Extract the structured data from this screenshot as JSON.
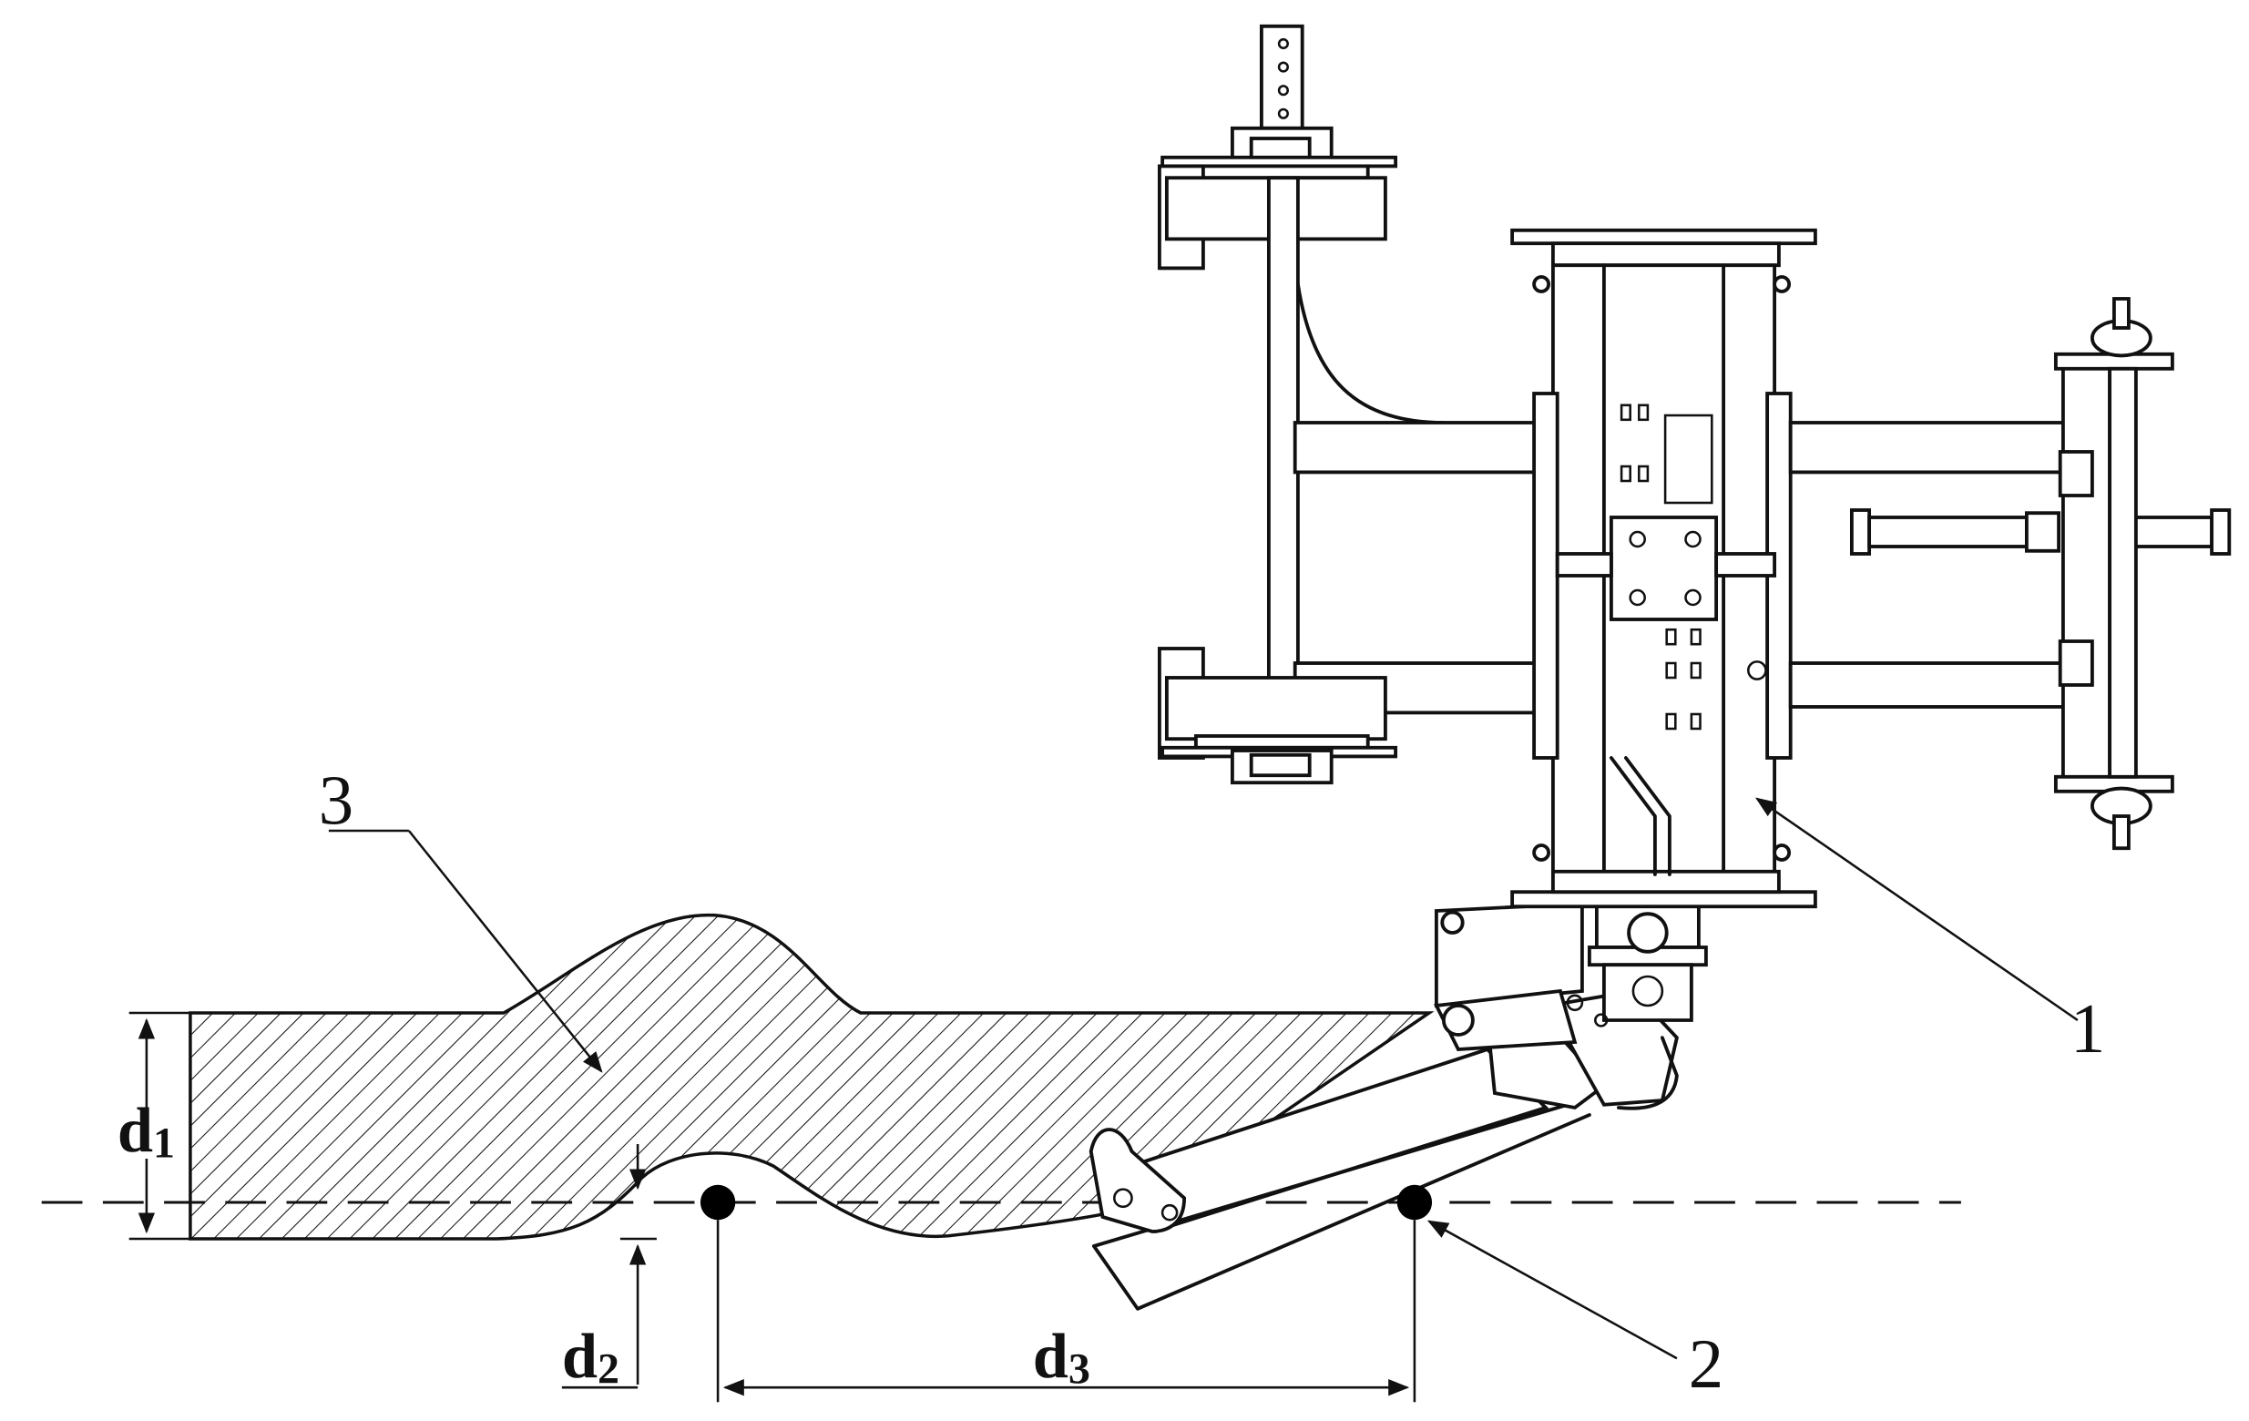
{
  "labels": {
    "part1": "1",
    "part2": "2",
    "part3": "3"
  },
  "dimensions": {
    "d1": {
      "main": "d",
      "sub": "1"
    },
    "d2": {
      "main": "d",
      "sub": "2"
    },
    "d3": {
      "main": "d",
      "sub": "3"
    }
  }
}
